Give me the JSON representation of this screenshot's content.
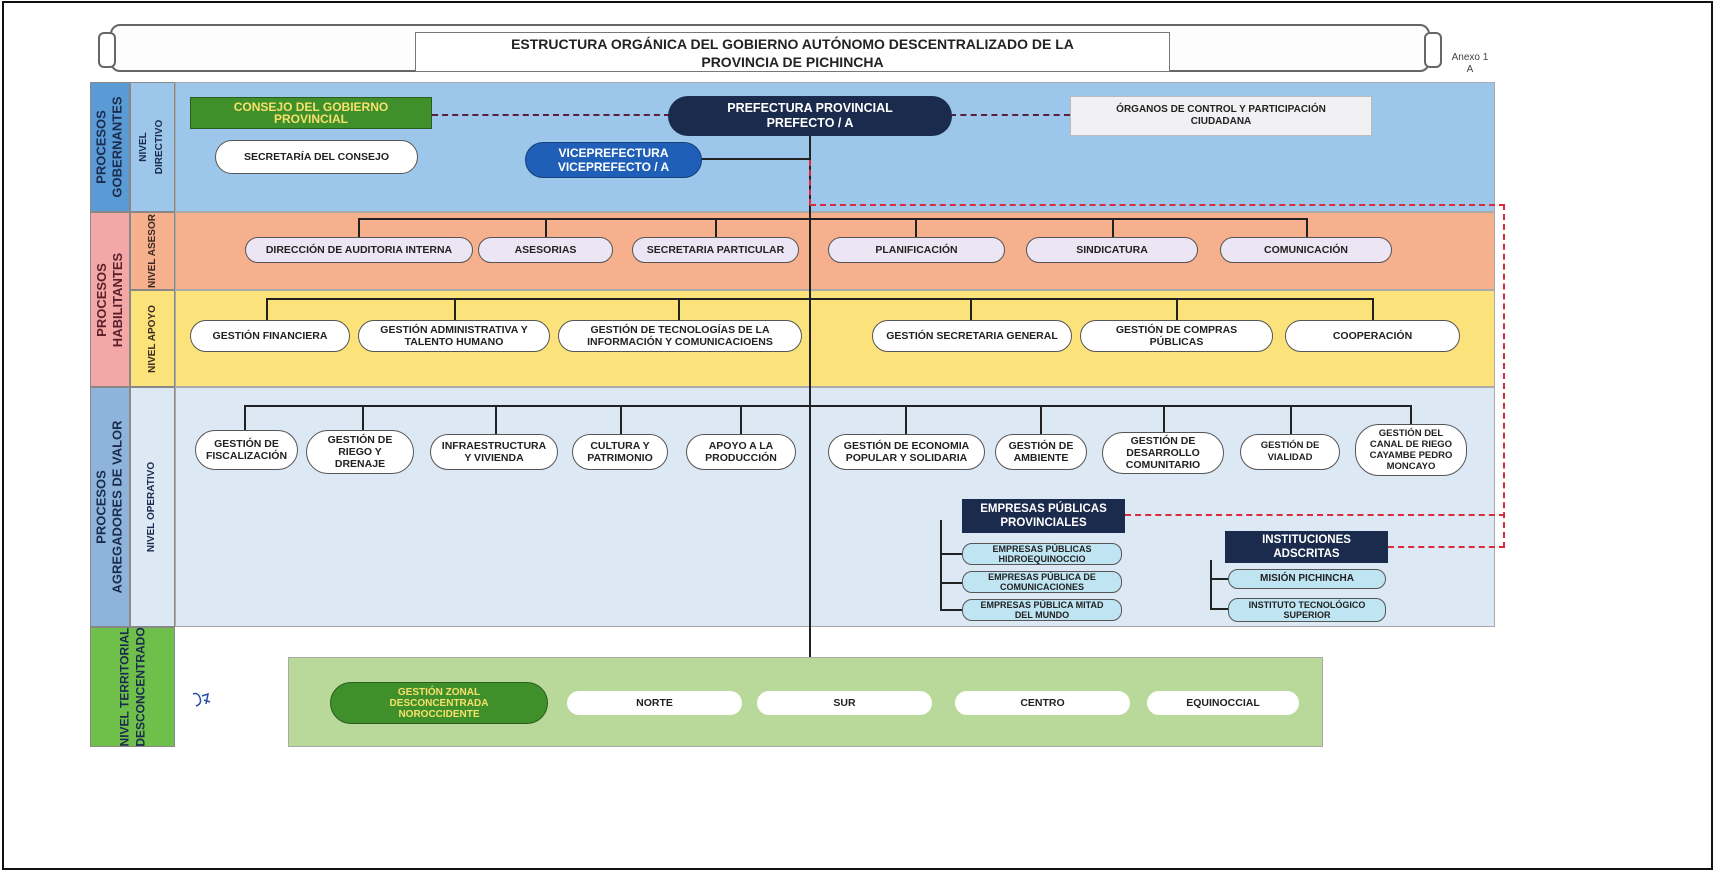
{
  "title_line1": "ESTRUCTURA ORGÁNICA DEL GOBIERNO AUTÓNOMO DESCENTRALIZADO DE LA",
  "title_line2": "PROVINCIA DE PICHINCHA",
  "annex_line1": "Anexo 1",
  "annex_line2": "A",
  "side": {
    "gob_line1": "PROCESOS",
    "gob_line2": "GOBERNANTES",
    "hab_line1": "PROCESOS",
    "hab_line2": "HABILITANTES",
    "agr_line1": "PROCESOS",
    "agr_line2": "AGREGADORES DE VALOR",
    "terr_line1": "NIVEL TERRITORIAL",
    "terr_line2": "DESCONCENTRADO"
  },
  "levels": {
    "directivo_line1": "NIVEL",
    "directivo_line2": "DIRECTIVO",
    "asesor": "NIVEL ASESOR",
    "apoyo": "NIVEL APOYO",
    "operativo": "NIVEL OPERATIVO"
  },
  "directivo": {
    "consejo_line1": "CONSEJO DEL GOBIERNO",
    "consejo_line2": "PROVINCIAL",
    "secretaria_consejo": "SECRETARÍA DEL CONSEJO",
    "prefectura_line1": "PREFECTURA PROVINCIAL",
    "prefectura_line2": "PREFECTO / A",
    "vice_line1": "VICEPREFECTURA",
    "vice_line2": "VICEPREFECTO / A",
    "organos_line1": "ÓRGANOS DE CONTROL Y PARTICIPACIÓN",
    "organos_line2": "CIUDADANA"
  },
  "asesor": [
    "DIRECCIÓN DE AUDITORIA INTERNA",
    "ASESORIAS",
    "SECRETARIA PARTICULAR",
    "PLANIFICACIÓN",
    "SINDICATURA",
    "COMUNICACIÓN"
  ],
  "apoyo": {
    "financiera": "GESTIÓN FINANCIERA",
    "admin_line1": "GESTIÓN ADMINISTRATIVA Y",
    "admin_line2": "TALENTO HUMANO",
    "tic_line1": "GESTIÓN DE TECNOLOGÍAS DE LA",
    "tic_line2": "INFORMACIÓN Y COMUNICACIOENS",
    "secretaria_general": "GESTIÓN SECRETARIA GENERAL",
    "compras_line1": "GESTIÓN DE COMPRAS",
    "compras_line2": "PÚBLICAS",
    "cooperacion": "COOPERACIÓN"
  },
  "operativo": {
    "fisc_line1": "GESTIÓN DE",
    "fisc_line2": "FISCALIZACIÓN",
    "riego_line1": "GESTIÓN DE",
    "riego_line2": "RIEGO Y",
    "riego_line3": "DRENAJE",
    "infra_line1": "INFRAESTRUCTURA",
    "infra_line2": "Y VIVIENDA",
    "cult_line1": "CULTURA Y",
    "cult_line2": "PATRIMONIO",
    "apoyo_line1": "APOYO A LA",
    "apoyo_line2": "PRODUCCIÓN",
    "eco_line1": "GESTIÓN DE ECONOMIA",
    "eco_line2": "POPULAR Y SOLIDARIA",
    "amb_line1": "GESTIÓN DE",
    "amb_line2": "AMBIENTE",
    "des_line1": "GESTIÓN DE",
    "des_line2": "DESARROLLO",
    "des_line3": "COMUNITARIO",
    "via_line1": "GESTIÓN DE",
    "via_line2": "VIALIDAD",
    "can_line1": "GESTIÓN DEL",
    "can_line2": "CANAL DE RIEGO",
    "can_line3": "CAYAMBE PEDRO",
    "can_line4": "MONCAYO"
  },
  "empresas": {
    "head_line1": "EMPRESAS PÚBLICAS",
    "head_line2": "PROVINCIALES",
    "e1_line1": "EMPRESAS PÚBLICAS",
    "e1_line2": "HIDROEQUINOCCIO",
    "e2_line1": "EMPRESAS PÚBLICA DE",
    "e2_line2": "COMUNICACIONES",
    "e3_line1": "EMPRESAS PÚBLICA MITAD",
    "e3_line2": "DEL MUNDO"
  },
  "instituciones": {
    "head_line1": "INSTITUCIONES",
    "head_line2": "ADSCRITAS",
    "i1": "MISIÓN PICHINCHA",
    "i2_line1": "INSTITUTO TECNOLÓGICO",
    "i2_line2": "SUPERIOR"
  },
  "territorial": {
    "zonal_line1": "GESTIÓN ZONAL",
    "zonal_line2": "DESCONCENTRADA",
    "zonal_line3": "NOROCCIDENTE",
    "zones": [
      "NORTE",
      "SUR",
      "CENTRO",
      "EQUINOCCIAL"
    ]
  },
  "colors": {
    "gobernantes": "#5b9bd5",
    "habilitantes": "#f4a7a7",
    "agregadores": "#8fb4dc",
    "territorial": "#6fc04a",
    "band_directivo": "#9cc7ea",
    "band_asesor": "#f6b08d",
    "band_apoyo": "#fbe27b",
    "band_operativo": "#dde8f5",
    "band_territorial": "#b9d99a",
    "navy": "#1b2b4d",
    "dash_red": "#d92b3a"
  }
}
